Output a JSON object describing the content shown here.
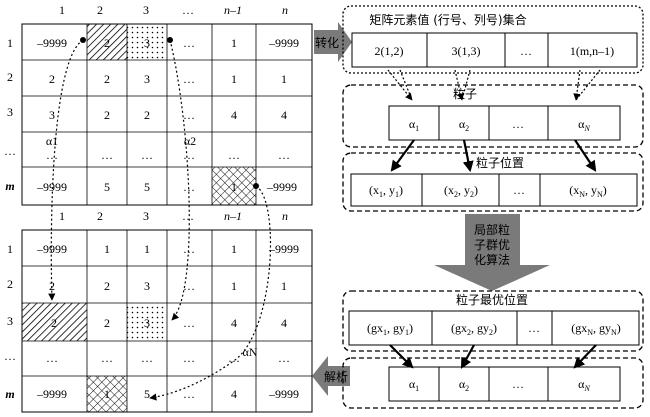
{
  "col_headers": [
    "1",
    "2",
    "3",
    "…",
    "n–1",
    "n"
  ],
  "row_headers": [
    "1",
    "2",
    "3",
    "…",
    "m"
  ],
  "matrix1": [
    [
      "–9999",
      "2",
      "3",
      "…",
      "1",
      "–9999"
    ],
    [
      "2",
      "2",
      "3",
      "…",
      "1",
      "1"
    ],
    [
      "3",
      "2",
      "2",
      "…",
      "4",
      "4"
    ],
    [
      "…",
      "…",
      "…",
      "…",
      "…",
      "…"
    ],
    [
      "–9999",
      "5",
      "5",
      "…",
      "1",
      "–9999"
    ]
  ],
  "matrix1_annotations": {
    "alpha1": "α1",
    "alpha2": "α2"
  },
  "matrix2": [
    [
      "–9999",
      "1",
      "1",
      "…",
      "1",
      "–9999"
    ],
    [
      "2",
      "2",
      "3",
      "…",
      "1",
      "1"
    ],
    [
      "2",
      "2",
      "3",
      "…",
      "4",
      "4"
    ],
    [
      "…",
      "…",
      "…",
      "…",
      "…",
      "…"
    ],
    [
      "–9999",
      "1",
      "5",
      "…",
      "4",
      "–9999"
    ]
  ],
  "matrix2_annotations": {
    "alphaN": "αN"
  },
  "arrows": {
    "transform": "转化",
    "parse": "解析"
  },
  "set_box": {
    "title": "矩阵元素值 (行号、列号)集合",
    "items": [
      "2(1,2)",
      "3(1,3)",
      "…",
      "1(m,n–1)"
    ]
  },
  "particle_box": {
    "title": "粒子",
    "items": [
      {
        "b": "α",
        "s": "1"
      },
      {
        "b": "α",
        "s": "2"
      },
      {
        "b": "…",
        "s": ""
      },
      {
        "b": "α",
        "s": "N"
      }
    ]
  },
  "position_box": {
    "title": "粒子位置",
    "items": [
      {
        "l": "(x",
        "s1": "1",
        "m": ", y",
        "s2": "1",
        "r": ")"
      },
      {
        "l": "(x",
        "s1": "2",
        "m": ", y",
        "s2": "2",
        "r": ")"
      },
      {
        "l": "…",
        "s1": "",
        "m": "",
        "s2": "",
        "r": ""
      },
      {
        "l": "(x",
        "s1": "N",
        "m": ", y",
        "s2": "N",
        "r": ")"
      }
    ]
  },
  "pso_arrow": [
    "局部粒",
    "子群优",
    "化算法"
  ],
  "best_box": {
    "title": "粒子最优位置",
    "items": [
      {
        "l": "(gx",
        "s1": "1",
        "m": ", gy",
        "s2": "1",
        "r": ")"
      },
      {
        "l": "(gx",
        "s1": "2",
        "m": ", gy",
        "s2": "2",
        "r": ")"
      },
      {
        "l": "…",
        "s1": "",
        "m": "",
        "s2": "",
        "r": ""
      },
      {
        "l": "(gx",
        "s1": "N",
        "m": ", gy",
        "s2": "N",
        "r": ")"
      }
    ]
  },
  "result_box": {
    "items": [
      {
        "b": "α",
        "s": "1"
      },
      {
        "b": "α",
        "s": "2"
      },
      {
        "b": "…",
        "s": ""
      },
      {
        "b": "α",
        "s": "N"
      }
    ]
  }
}
